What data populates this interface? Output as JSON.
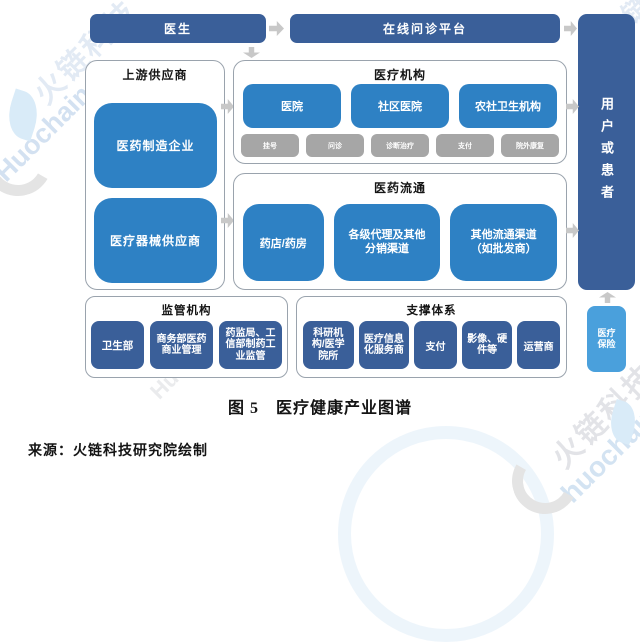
{
  "watermark": {
    "brand_cn": "火链科技",
    "brand_en": "Huochain",
    "brand_en_lower": "huochain",
    "brand_en_partial": "Hu"
  },
  "diagram": {
    "top_row": {
      "doctor": "医生",
      "online_platform": "在线问诊平台"
    },
    "right_column": {
      "user_patient": "用户或患者",
      "medical_insurance": "医疗保险"
    },
    "upstream": {
      "title": "上游供应商",
      "items": [
        "医药制造企业",
        "医疗器械供应商"
      ]
    },
    "medical_institutions": {
      "title": "医疗机构",
      "items": [
        "医院",
        "社区医院",
        "农社卫生机构"
      ],
      "process": [
        "挂号",
        "问诊",
        "诊断治疗",
        "支付",
        "院外康复"
      ]
    },
    "distribution": {
      "title": "医药流通",
      "items": [
        "药店/药房",
        "各级代理及其他分销渠道",
        "其他流通渠道（如批发商）"
      ]
    },
    "regulators": {
      "title": "监管机构",
      "items": [
        "卫生部",
        "商务部医药商业管理",
        "药监局、工信部制药工业监管"
      ]
    },
    "support": {
      "title": "支撑体系",
      "items": [
        "科研机构/医学院所",
        "医疗信息化服务商",
        "支付",
        "影像、硬件等",
        "运营商"
      ]
    }
  },
  "caption": "图 5　医疗健康产业图谱",
  "source": "来源：火链科技研究院绘制",
  "colors": {
    "dark_blue": "#3a5f99",
    "medium_blue": "#2e81c4",
    "light_blue": "#4aa0dc",
    "gray_box": "#a6a6a6",
    "arrow_gray": "#c8c8c8",
    "border_gray": "#9aa3ad"
  }
}
